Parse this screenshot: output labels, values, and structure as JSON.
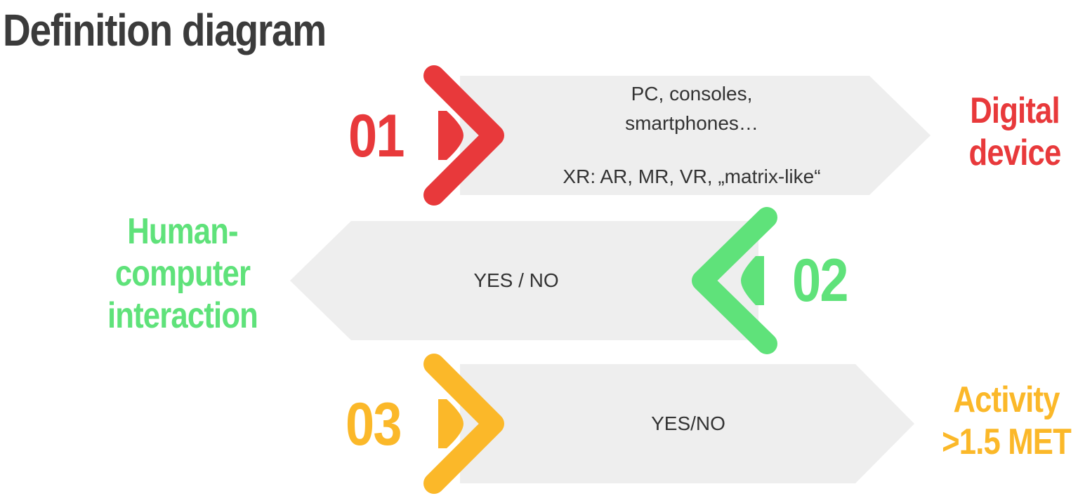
{
  "title": "Definition diagram",
  "colors": {
    "step1": "#e8393b",
    "step2": "#5fe27a",
    "step3": "#fbb829",
    "band": "#eeeeee",
    "title": "#3b3b3b",
    "text": "#333333"
  },
  "steps": [
    {
      "number": "01",
      "label_line1": "Digital",
      "label_line2": "device",
      "text_line1": "PC, consoles,",
      "text_line2": "smartphones…",
      "text_line3": "XR: AR, MR, VR, „matrix-like“"
    },
    {
      "number": "02",
      "label_line1": "Human-",
      "label_line2": "computer",
      "label_line3": "interaction",
      "text_line1": "YES / NO"
    },
    {
      "number": "03",
      "label_line1": "Activity",
      "label_line2": ">1.5 MET",
      "text_line1": "YES/NO"
    }
  ]
}
